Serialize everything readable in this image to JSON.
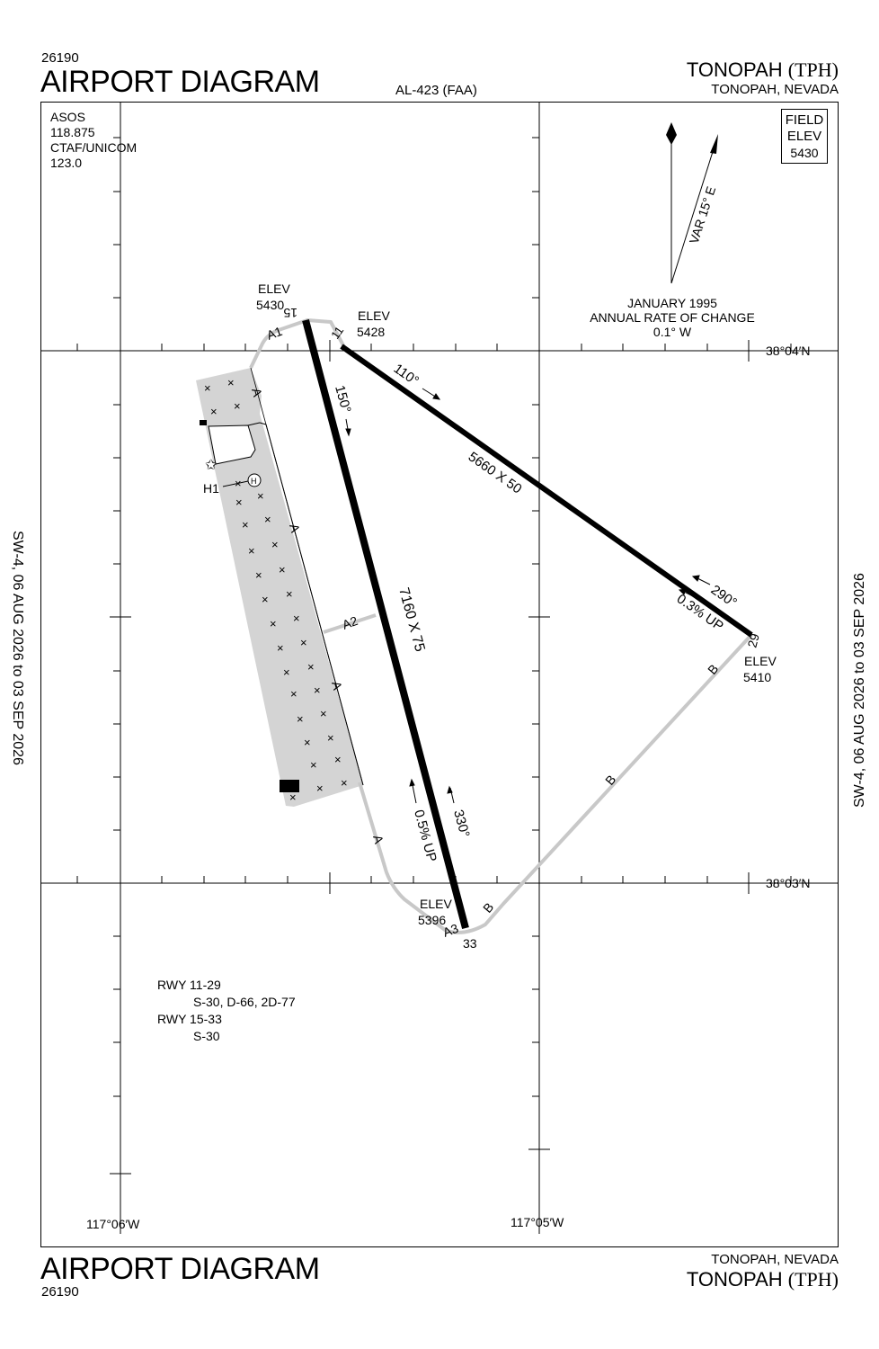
{
  "header": {
    "chart_number": "26190",
    "title": "AIRPORT DIAGRAM",
    "procedure_id": "AL-423 (FAA)",
    "airport_name": "TONOPAH",
    "airport_code": "(TPH)",
    "city_state": "TONOPAH, NEVADA"
  },
  "footer": {
    "title": "AIRPORT DIAGRAM",
    "chart_number": "26190",
    "city_state": "TONOPAH, NEVADA",
    "airport_name": "TONOPAH",
    "airport_code": "(TPH)"
  },
  "side_labels": {
    "left": "SW-4,  06 AUG 2026  to  03 SEP 2026",
    "right": "SW-4,  06 AUG 2026  to  03 SEP 2026"
  },
  "comms": {
    "line1": "ASOS",
    "line2": "118.875",
    "line3": "CTAF/UNICOM",
    "line4": "123.0"
  },
  "field_elev": {
    "line1": "FIELD",
    "line2": "ELEV",
    "value": "5430"
  },
  "magnetic": {
    "variation": "VAR 15° E",
    "epoch": "JANUARY 1995",
    "rate_label": "ANNUAL RATE OF CHANGE",
    "rate": "0.1° W"
  },
  "coordinates": {
    "lat_north": "38°04′N",
    "lat_south": "38°03′N",
    "lon_west": "117°06′W",
    "lon_east": "117°05′W"
  },
  "runways": {
    "rwy_15_33": {
      "end_north": "15",
      "end_south": "33",
      "dimensions": "7160 X 75",
      "heading_south": "150°",
      "heading_north": "330°",
      "gradient": "0.5% UP",
      "elev_north_label": "ELEV",
      "elev_north": "5430",
      "elev_south_label": "ELEV",
      "elev_south": "5396"
    },
    "rwy_11_29": {
      "end_west": "11",
      "end_east": "29",
      "dimensions": "5660 X 50",
      "heading_east": "110°",
      "heading_west": "290°",
      "gradient": "0.3% UP",
      "elev_west_label": "ELEV",
      "elev_west": "5428",
      "elev_east_label": "ELEV",
      "elev_east": "5410"
    }
  },
  "taxiways": {
    "a": "A",
    "a1": "A1",
    "a2": "A2",
    "a3": "A3",
    "b": "B",
    "helipad": "H1",
    "helipad_symbol": "H"
  },
  "strength": {
    "rwy1": "RWY 11-29",
    "rwy1_values": "S-30, D-66, 2D-77",
    "rwy2": "RWY 15-33",
    "rwy2_values": "S-30"
  },
  "colors": {
    "apron": "#d4d4d4",
    "taxiway": "#c8c8c8",
    "runway": "#000000"
  }
}
